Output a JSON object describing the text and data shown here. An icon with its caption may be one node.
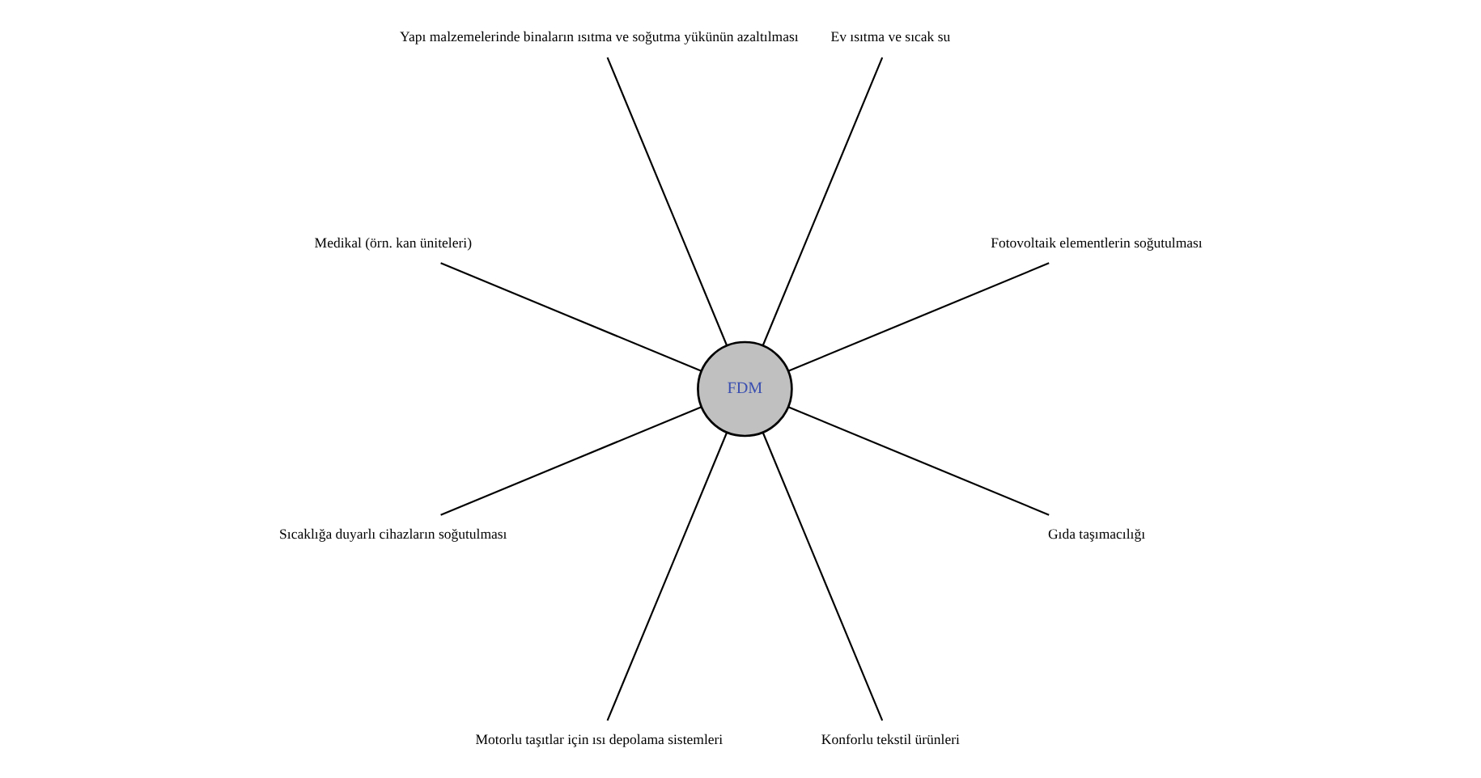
{
  "diagram": {
    "nodes": [
      {
        "text": [
          "Fotovoltaik elementlerin soğutulması"
        ]
      },
      {
        "text": [
          "Ev ısıtma ve sıcak su"
        ]
      },
      {
        "text": [
          "Yapı malzemelerinde binaların ısıtma ve soğutma yükünün azaltılması"
        ]
      },
      {
        "text": [
          "Medikal (örn. kan üniteleri)"
        ]
      },
      {
        "text": [
          "FDM"
        ]
      },
      {
        "text": [
          "Sıcaklığa duyarlı cihazların soğutulması"
        ]
      },
      {
        "text": [
          "Motorlu taşıtlar için ısı depolama sistemleri"
        ]
      },
      {
        "text": [
          "Konforlu tekstil ürünleri"
        ]
      },
      {
        "text": [
          "Gıda taşımacılığı"
        ]
      }
    ],
    "edges": [
      {
        "from": 4,
        "to": 0,
        "arrow": "none"
      },
      {
        "from": 4,
        "to": 2,
        "arrow": "none"
      },
      {
        "from": 4,
        "to": 5,
        "arrow": "none"
      },
      {
        "from": 4,
        "to": 6,
        "arrow": "none"
      },
      {
        "from": 4,
        "to": 8,
        "arrow": "none"
      },
      {
        "from": 4,
        "to": 7,
        "arrow": "none"
      },
      {
        "from": 4,
        "to": 3,
        "arrow": "none"
      },
      {
        "from": 4,
        "to": 1,
        "arrow": "none"
      }
    ]
  }
}
